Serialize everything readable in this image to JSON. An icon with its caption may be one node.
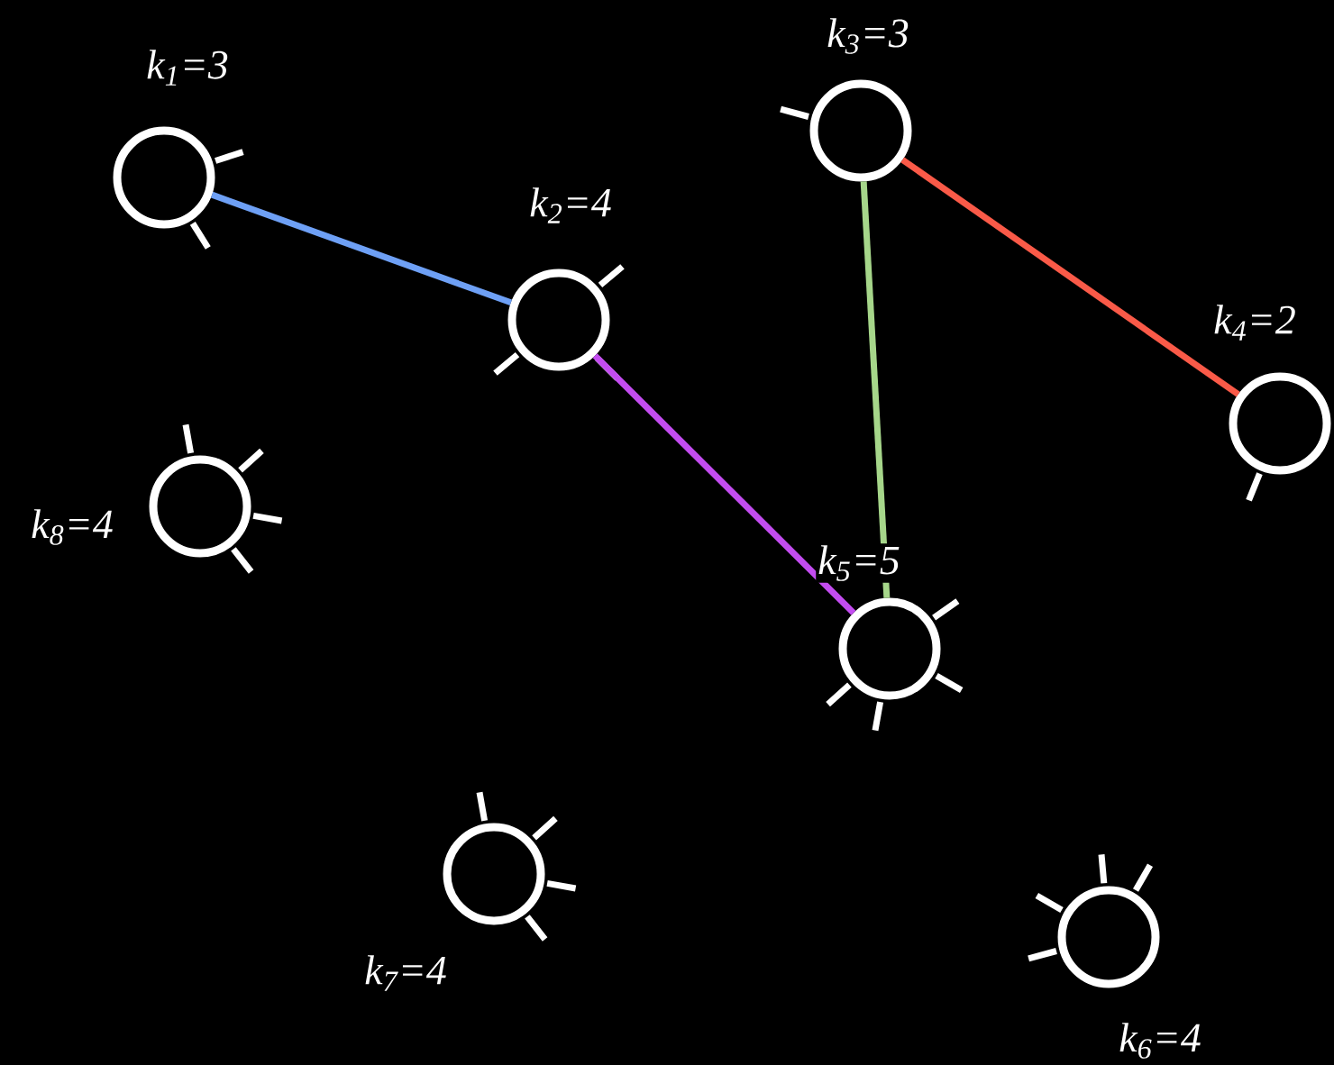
{
  "diagram": {
    "nodes": [
      {
        "text": [],
        "shape": "circle",
        "beside": [
          "k$_{1}$=3"
        ]
      },
      {
        "text": [],
        "shape": "circle",
        "beside": [
          "k$_{2}$=4"
        ]
      },
      {
        "text": [],
        "shape": "circle",
        "beside": [
          "k$_{3}$=3"
        ]
      },
      {
        "text": [],
        "shape": "circle",
        "beside": [
          "k$_{4}$=2"
        ]
      },
      {
        "text": [],
        "shape": "circle",
        "beside": [
          "k$_{5}$=5"
        ]
      },
      {
        "text": [],
        "shape": "circle",
        "beside": [
          "k$_{6}$=4"
        ]
      },
      {
        "text": [],
        "shape": "circle",
        "beside": [
          "k$_{7}$=4"
        ]
      },
      {
        "text": [],
        "shape": "circle",
        "beside": [
          "k$_{8}$=4"
        ]
      }
    ],
    "edges": [
      {
        "from": 0,
        "to": 1,
        "arrow": "none",
        "color": "#6ea0f5"
      },
      {
        "from": 1,
        "to": 4,
        "arrow": "none",
        "color": "#c34cf0"
      },
      {
        "from": 2,
        "to": 4,
        "arrow": "none",
        "color": "#a6d68a"
      },
      {
        "from": 2,
        "to": 3,
        "arrow": "none",
        "color": "#fa5a48"
      }
    ]
  }
}
